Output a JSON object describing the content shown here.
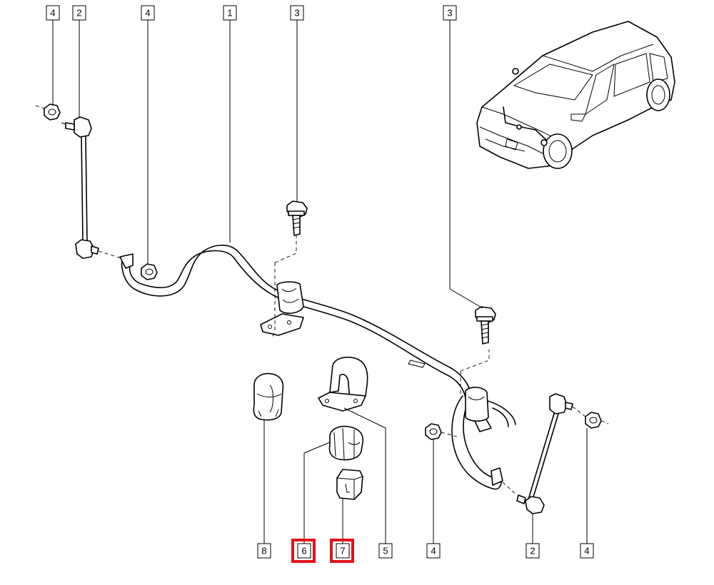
{
  "diagram": {
    "callouts": [
      {
        "id": "c1",
        "label": "4"
      },
      {
        "id": "c2",
        "label": "2"
      },
      {
        "id": "c3",
        "label": "4"
      },
      {
        "id": "c4",
        "label": "1"
      },
      {
        "id": "c5",
        "label": "3"
      },
      {
        "id": "c6",
        "label": "3"
      },
      {
        "id": "c7",
        "label": "8"
      },
      {
        "id": "c8",
        "label": "6"
      },
      {
        "id": "c9",
        "label": "7"
      },
      {
        "id": "c10",
        "label": "5"
      },
      {
        "id": "c11",
        "label": "4"
      },
      {
        "id": "c12",
        "label": "2"
      },
      {
        "id": "c13",
        "label": "4"
      }
    ],
    "highlight_color": "#e3121b",
    "highlighted_parts": [
      "6",
      "7"
    ]
  }
}
